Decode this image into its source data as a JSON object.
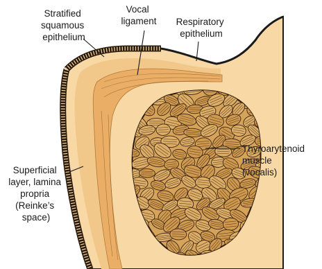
{
  "colors": {
    "background": "#ffffff",
    "tissue": "#f8d9a6",
    "lamina_propria": "#f2c88a",
    "vocal_ligament": "#eaae66",
    "muscle_fill": "#d6a35a",
    "muscle_stroke": "#3a2410",
    "outline": "#1a1a1a"
  },
  "labels": {
    "squamous": [
      "Stratified",
      "squamous",
      "epithelium"
    ],
    "ligament": [
      "Vocal",
      "ligament"
    ],
    "respiratory": [
      "Respiratory",
      "epithelium"
    ],
    "reinke": [
      "Superficial",
      "layer, lamina",
      "propria",
      "(Reinke’s",
      "space)"
    ],
    "muscle": [
      "Thyroarytenoid",
      "muscle",
      "(vocalis)"
    ]
  }
}
